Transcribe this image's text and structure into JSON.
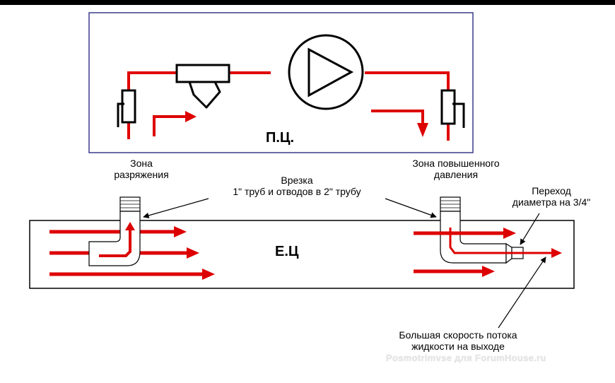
{
  "boxes": {
    "primary": "П.Ц.",
    "secondary": "Е.Ц"
  },
  "labels": {
    "vacuum_zone": [
      "Зона",
      "разряжения"
    ],
    "pressure_zone": [
      "Зона повышенного",
      "давления"
    ],
    "insert": [
      "Врезка",
      "1\" труб и отводов в 2\" трубу"
    ],
    "reducer": [
      "Переход",
      "диаметра на 3/4\""
    ],
    "speed": [
      "Большая скорость потока",
      "жидкости на выходе"
    ]
  },
  "watermark": "Posmotrimvse для ForumHouse.ru",
  "colors": {
    "pipe": "#e00000",
    "arrow": "#dd0000",
    "primary_border": "#3a3a8c",
    "secondary_border": "#000000"
  },
  "icons": {
    "pump": "pump-icon",
    "filter": "strainer-filter-icon",
    "valve": "valve-icon"
  }
}
